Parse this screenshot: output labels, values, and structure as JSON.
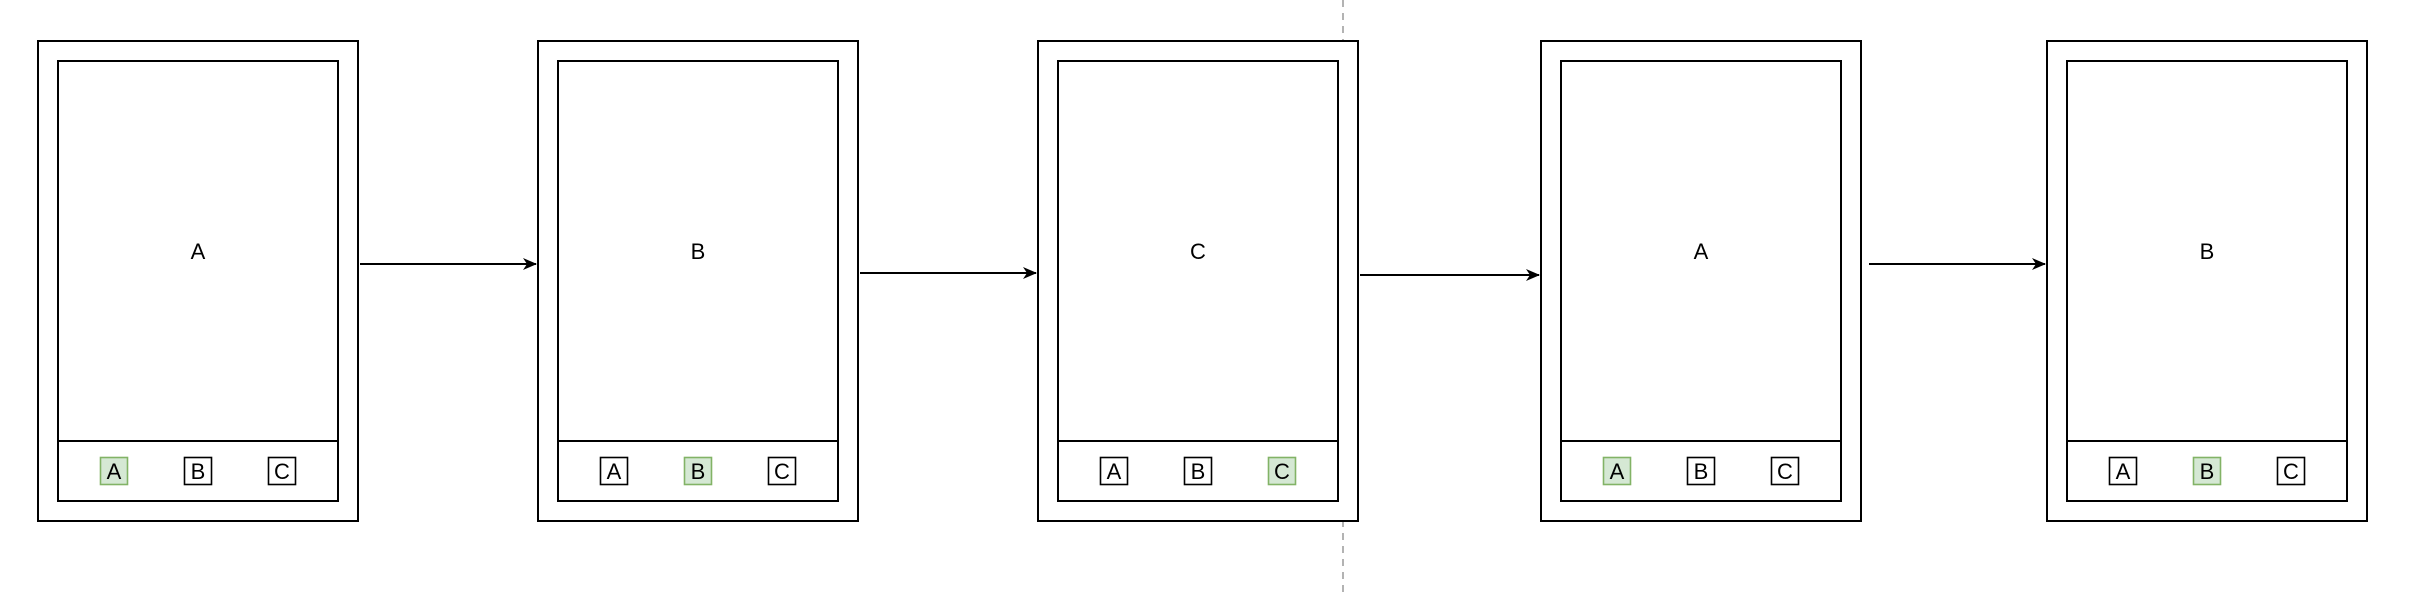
{
  "colors": {
    "stroke": "#000000",
    "active_tab_fill": "#d5e8d4",
    "active_tab_stroke": "#82b366",
    "divider": "#b3b3b3"
  },
  "phones": [
    {
      "screen_label": "A",
      "tabs": [
        {
          "label": "A",
          "active": true
        },
        {
          "label": "B",
          "active": false
        },
        {
          "label": "C",
          "active": false
        }
      ]
    },
    {
      "screen_label": "B",
      "tabs": [
        {
          "label": "A",
          "active": false
        },
        {
          "label": "B",
          "active": true
        },
        {
          "label": "C",
          "active": false
        }
      ]
    },
    {
      "screen_label": "C",
      "tabs": [
        {
          "label": "A",
          "active": false
        },
        {
          "label": "B",
          "active": false
        },
        {
          "label": "C",
          "active": true
        }
      ]
    },
    {
      "screen_label": "A",
      "tabs": [
        {
          "label": "A",
          "active": true
        },
        {
          "label": "B",
          "active": false
        },
        {
          "label": "C",
          "active": false
        }
      ]
    },
    {
      "screen_label": "B",
      "tabs": [
        {
          "label": "A",
          "active": false
        },
        {
          "label": "B",
          "active": true
        },
        {
          "label": "C",
          "active": false
        }
      ]
    }
  ],
  "arrows": [
    {
      "from_phone": 1,
      "to_phone": 2
    },
    {
      "from_phone": 2,
      "to_phone": 3
    },
    {
      "from_phone": 3,
      "to_phone": 4
    },
    {
      "from_phone": 4,
      "to_phone": 5
    }
  ],
  "divider": {
    "style": "dashed",
    "between_phones": [
      3,
      4
    ]
  }
}
